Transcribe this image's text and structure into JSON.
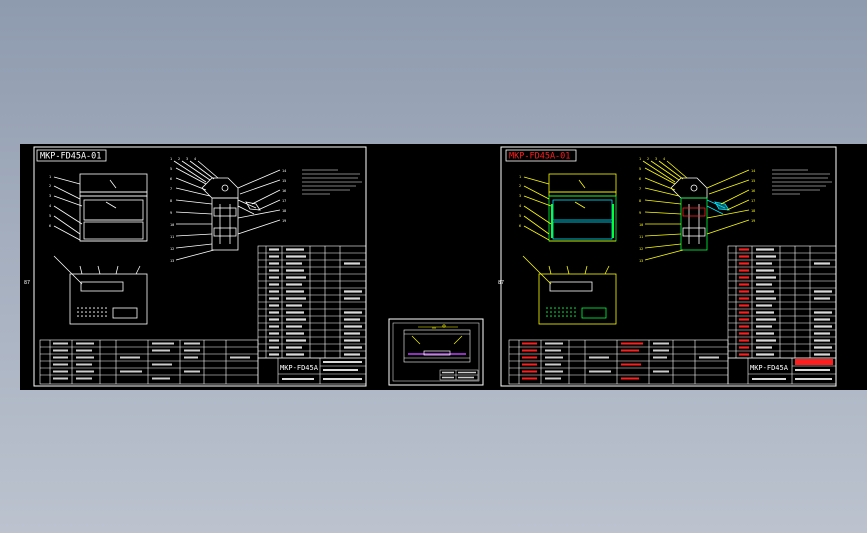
{
  "sheets": {
    "left": {
      "frame_label": "MKP-FD45A-01",
      "model_label": "MKP-FD45A",
      "side_mark": "87",
      "colors": {
        "line": "#ffffff",
        "accent": "#ffffff"
      }
    },
    "right": {
      "frame_label": "MKP-FD45A-01",
      "model_label": "MKP-FD45A",
      "side_mark": "87",
      "colors": {
        "line": "#ffffff",
        "highlight": "#ffff00",
        "green": "#00ff3c",
        "red": "#ff1e1e",
        "cyan": "#00e5ff"
      }
    },
    "middle": {
      "colors": {
        "bar": "#c040ff",
        "ring": "#ffff00"
      }
    }
  },
  "canvas": {
    "background": "#000000",
    "workspace_background": "#9aa5b7"
  }
}
